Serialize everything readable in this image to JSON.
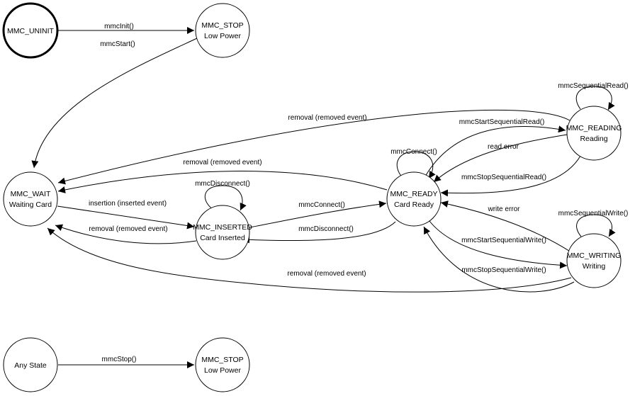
{
  "states": {
    "uninit": {
      "lines": [
        "MMC_UNINIT"
      ]
    },
    "stop_top": {
      "lines": [
        "MMC_STOP",
        "Low Power"
      ]
    },
    "wait": {
      "lines": [
        "MMC_WAIT",
        "Waiting Card"
      ]
    },
    "inserted": {
      "lines": [
        "MMC_INSERTED",
        "Card Inserted"
      ]
    },
    "ready": {
      "lines": [
        "MMC_READY",
        "Card Ready"
      ]
    },
    "reading": {
      "lines": [
        "MMC_READING",
        "Reading"
      ]
    },
    "writing": {
      "lines": [
        "MMC_WRITING",
        "Writing"
      ]
    },
    "any": {
      "lines": [
        "Any State"
      ]
    },
    "stop_bottom": {
      "lines": [
        "MMC_STOP",
        "Low Power"
      ]
    }
  },
  "transitions": {
    "uninit_to_stop": "mmcInit()",
    "stop_to_wait": "mmcStart()",
    "wait_to_inserted": "insertion (inserted event)",
    "inserted_to_wait": "removal (removed event)",
    "inserted_self": "mmcDisconnect()",
    "inserted_to_ready": "mmcConnect()",
    "ready_to_inserted": "mmcDisconnect()",
    "ready_self": "mmcConnect()",
    "ready_to_wait": "removal (removed event)",
    "reading_to_wait": "removal (removed event)",
    "writing_to_wait": "removal (removed event)",
    "ready_to_reading": "mmcStartSequentialRead()",
    "reading_error": "read error",
    "reading_stop": "mmcStopSequentialRead()",
    "reading_self": "mmcSequentialRead()",
    "writing_error": "write error",
    "ready_to_writing": "mmcStartSequentialWrite()",
    "writing_stop": "mmcStopSequentialWrite()",
    "writing_self": "mmcSequentialWrite()",
    "any_to_stop": "mmcStop()"
  }
}
